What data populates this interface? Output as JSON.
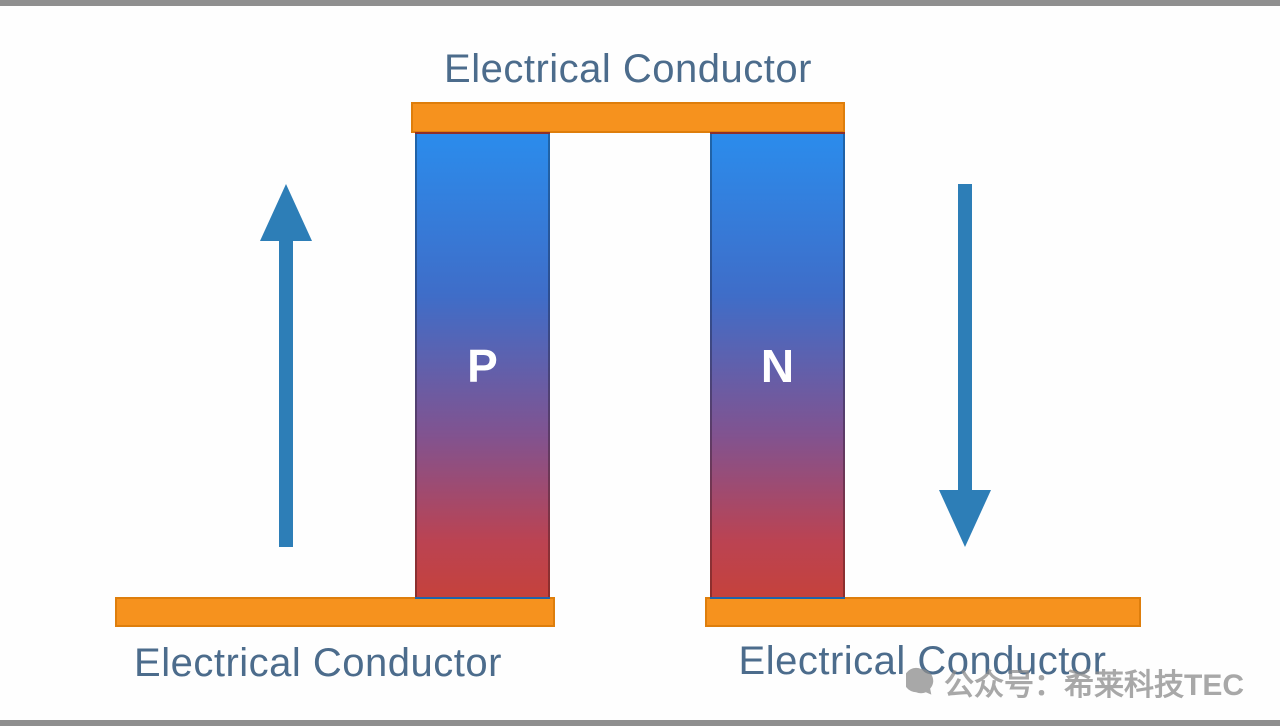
{
  "labels": {
    "top_conductor": "Electrical Conductor",
    "bottom_left_conductor": "Electrical Conductor",
    "bottom_right_conductor": "Electrical Conductor",
    "p_pillar": "P",
    "n_pillar": "N"
  },
  "watermark": {
    "text": "公众号：希莱科技TEC",
    "icon": "wechat-official-account-icon"
  },
  "colors": {
    "conductor": "#F6921E",
    "conductor_border": "#DE7E0C",
    "pillar_top": "#2B8CEC",
    "pillar_mid": "#815390",
    "pillar_bottom": "#C5423C",
    "arrow": "#2D7EB7",
    "label_text": "#4C6C8C",
    "watermark_text": "#8C8C8C"
  }
}
